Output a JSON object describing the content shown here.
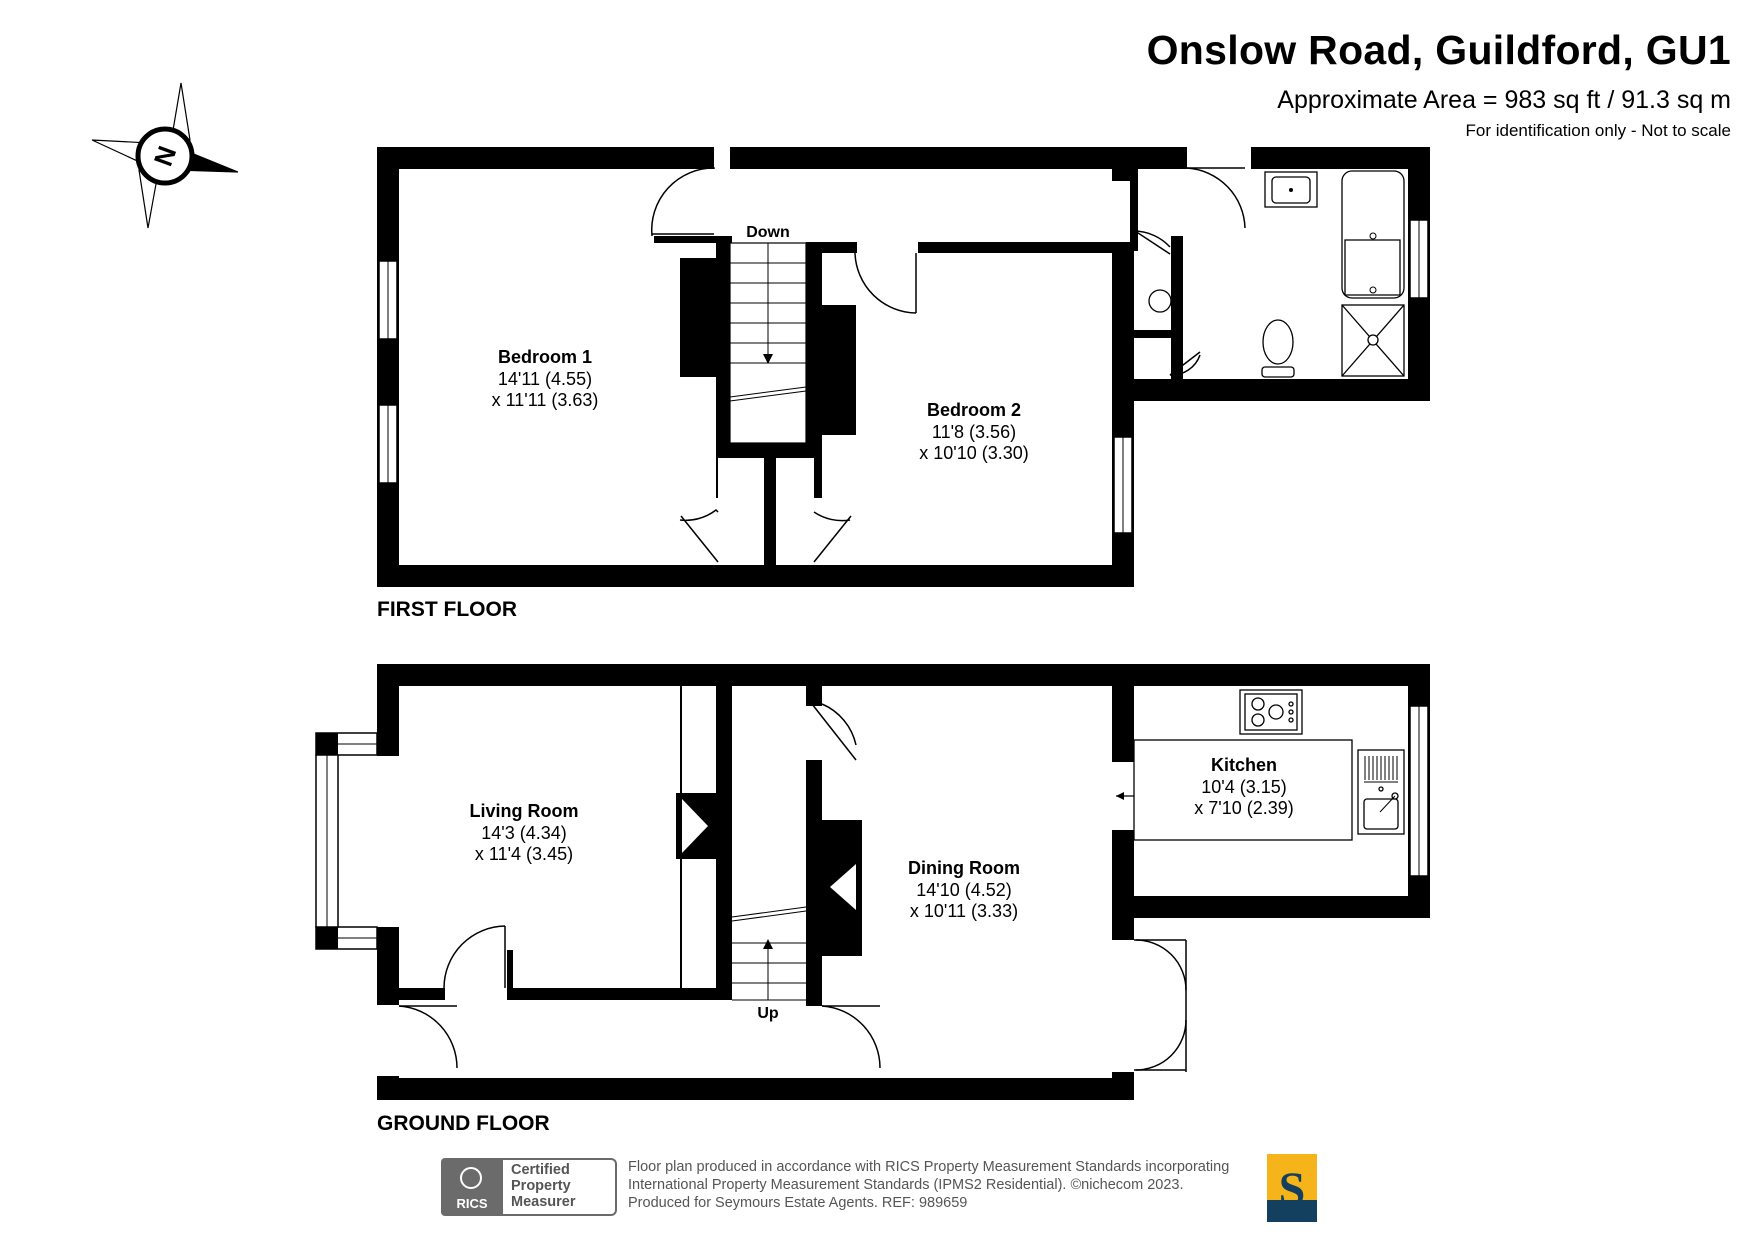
{
  "header": {
    "title": "Onslow Road, Guildford, GU1",
    "area": "Approximate Area = 983 sq ft / 91.3 sq m",
    "disclaimer": "For identification only - Not to scale"
  },
  "compass": {
    "label": "N"
  },
  "first_floor": {
    "label": "FIRST FLOOR",
    "stairs_label": "Down",
    "rooms": [
      {
        "name": "Bedroom 1",
        "dim1": "14'11 (4.55)",
        "dim2": "x 11'11 (3.63)"
      },
      {
        "name": "Bedroom 2",
        "dim1": "11'8 (3.56)",
        "dim2": "x 10'10 (3.30)"
      }
    ]
  },
  "ground_floor": {
    "label": "GROUND FLOOR",
    "stairs_label": "Up",
    "rooms": [
      {
        "name": "Living Room",
        "dim1": "14'3 (4.34)",
        "dim2": "x 11'4 (3.45)"
      },
      {
        "name": "Dining Room",
        "dim1": "14'10 (4.52)",
        "dim2": "x 10'11 (3.33)"
      },
      {
        "name": "Kitchen",
        "dim1": "10'4 (3.15)",
        "dim2": "x 7'10 (2.39)"
      }
    ]
  },
  "footer": {
    "line1": "Floor plan produced in accordance with RICS Property Measurement Standards incorporating",
    "line2": "International Property Measurement Standards (IPMS2 Residential).   ©nichecom 2023.",
    "line3": "Produced for Seymours Estate Agents.   REF:  989659",
    "rics_word": "RICS",
    "badge_line1": "Certified",
    "badge_line2": "Property",
    "badge_line3": "Measurer",
    "brand_letter": "S"
  }
}
